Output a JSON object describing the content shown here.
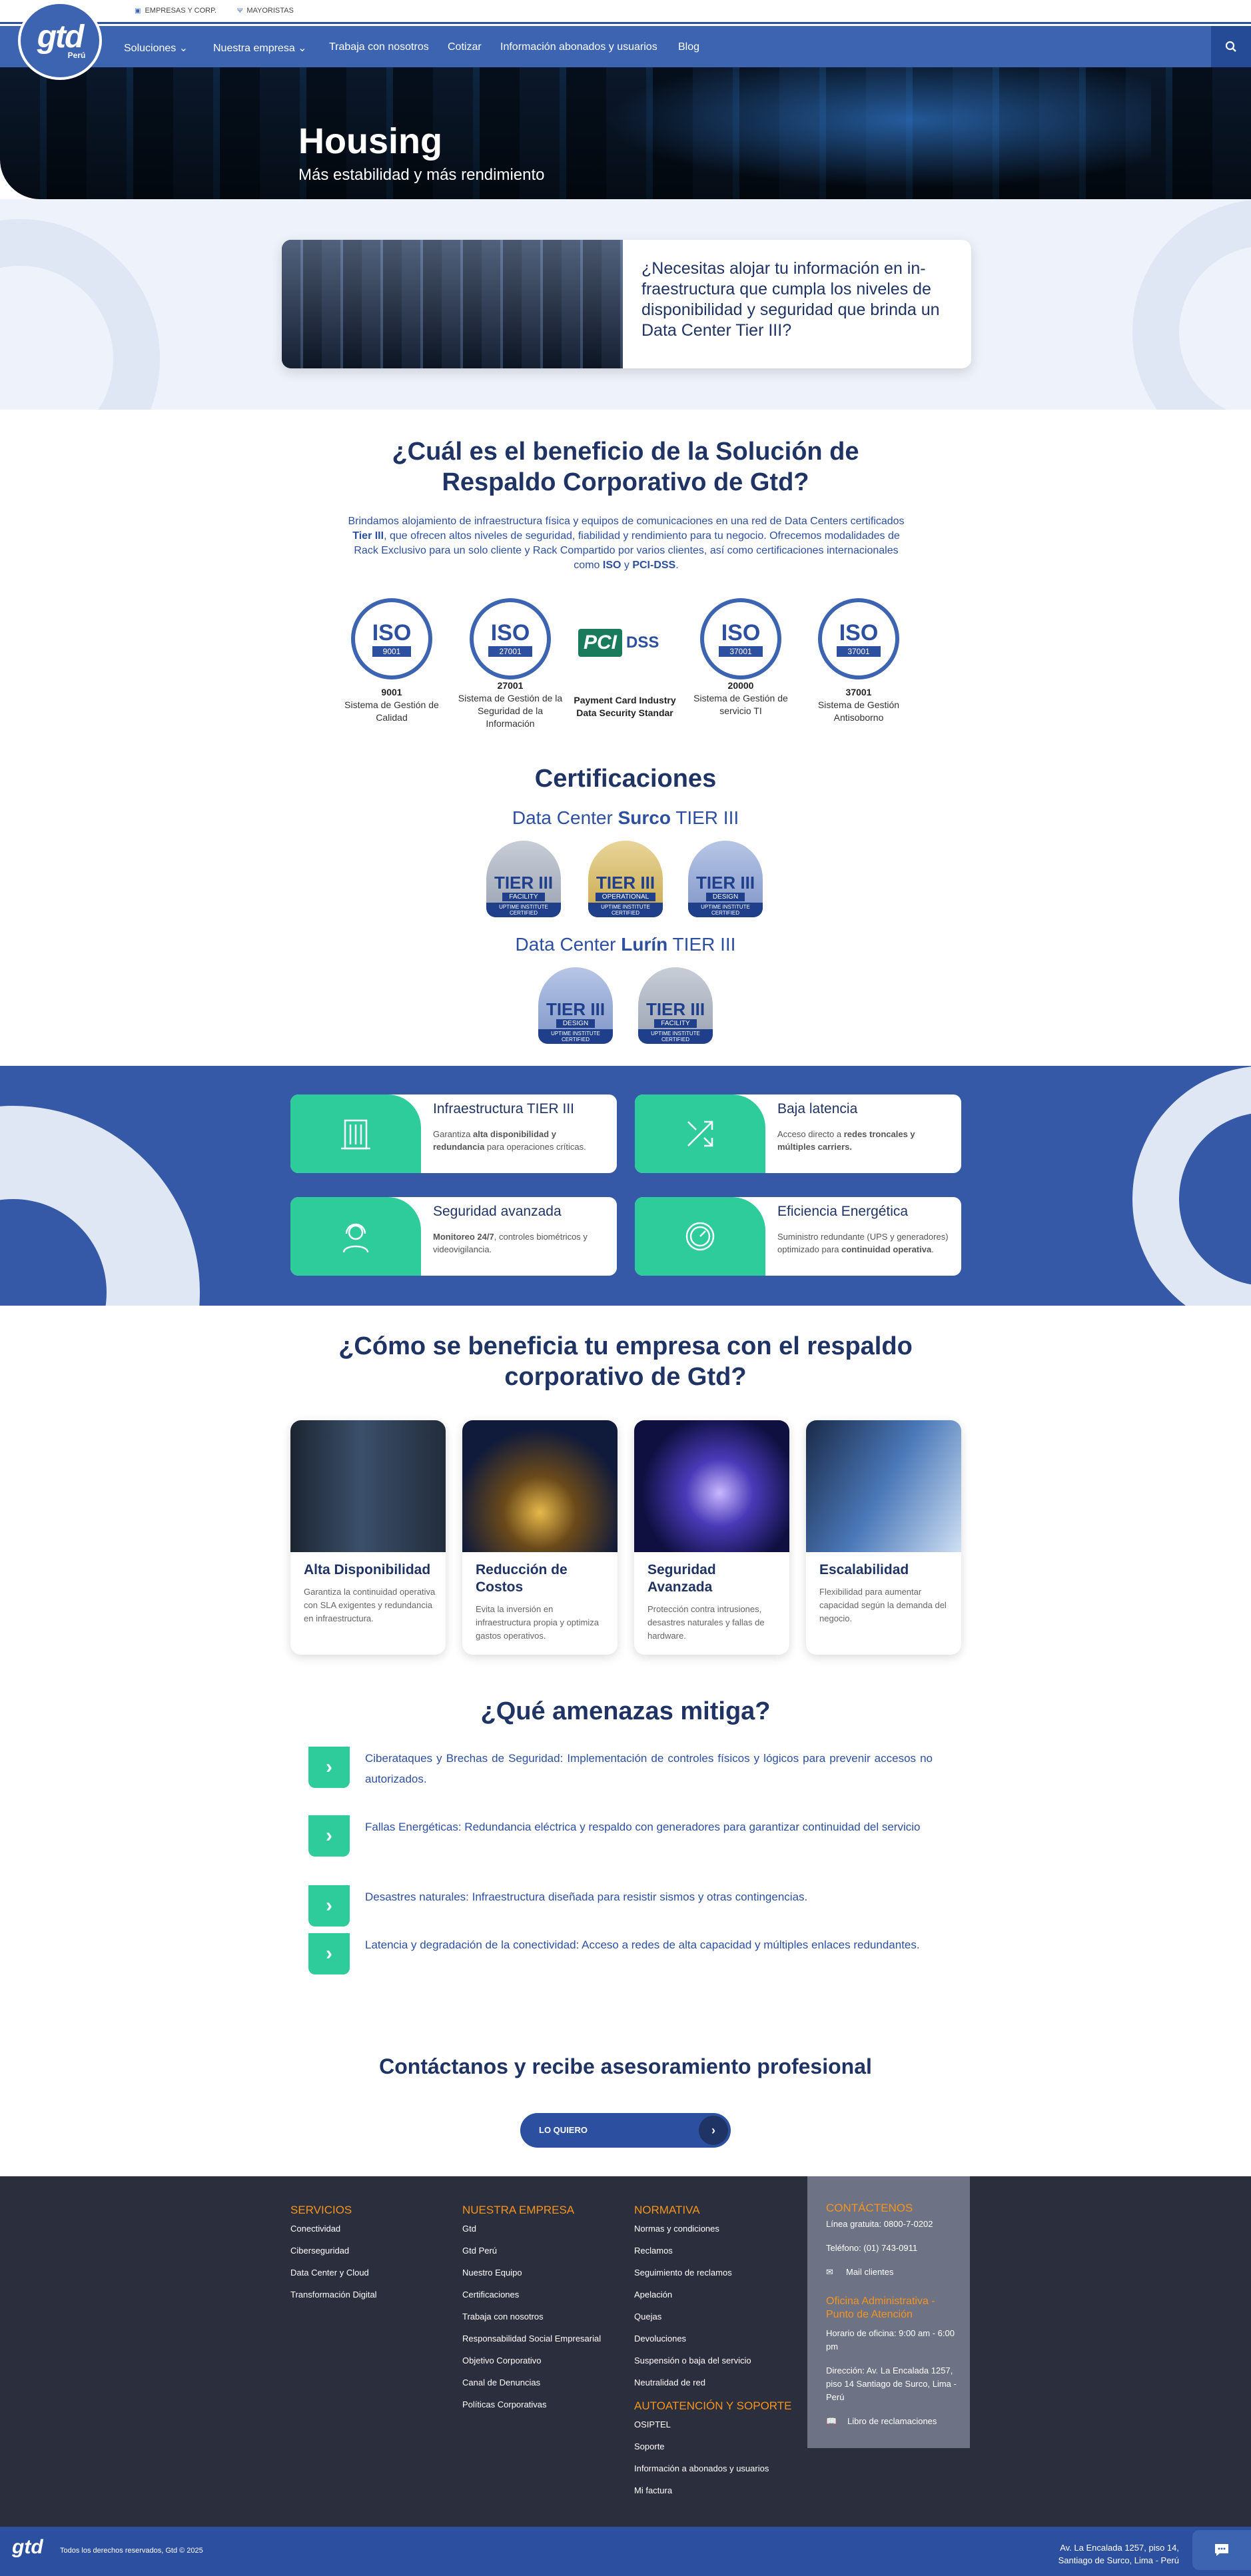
{
  "topbar": {
    "items": [
      {
        "label": "EMPRESAS Y CORP."
      },
      {
        "label": "MAYORISTAS"
      }
    ]
  },
  "logo": {
    "text": "gtd",
    "sub": "Perú"
  },
  "nav": {
    "items": [
      {
        "label": "Soluciones ⌄"
      },
      {
        "label": "Nuestra empresa ⌄"
      },
      {
        "label": "Trabaja con nosotros"
      },
      {
        "label": "Cotizar"
      },
      {
        "label": "Información abonados y usuarios"
      },
      {
        "label": "Blog"
      }
    ]
  },
  "hero": {
    "title": "Housing",
    "subtitle": "Más estabilidad y más rendimiento"
  },
  "intro": {
    "text": "¿Necesitas alojar tu información en in-fraestructura que cumpla los niveles de disponibilidad y seguridad que brinda un Data Center Tier III?"
  },
  "benefit": {
    "title_line1": "¿Cuál es el beneficio de la Solución de",
    "title_line2": "Respaldo Corporativo de Gtd?",
    "desc_1": "Brindamos alojamiento de infraestructura física y equipos de comunicaciones en una red de Data Centers certificados ",
    "desc_tier": "Tier III",
    "desc_2": ", que ofrecen altos niveles de seguridad, fiabilidad y rendimiento para tu negocio. Ofrecemos modalidades de Rack Exclusivo para un solo cliente y Rack Compartido por varios clientes, así como certificaciones internacionales como ",
    "desc_iso": "ISO",
    "desc_3": " y ",
    "desc_pci": "PCI-DSS",
    "desc_4": "."
  },
  "certs": [
    {
      "badge": "ISO",
      "num_small": "9001",
      "code": "9001",
      "name": "Sistema de Gestión de Calidad"
    },
    {
      "badge": "ISO",
      "num_small": "27001",
      "code": "27001",
      "name": "Sistema de Gestión de la Seguridad de la Información"
    },
    {
      "badge": "PCI",
      "num_small": "DSS",
      "code": "",
      "name": "Payment Card Industry Data Security Standar"
    },
    {
      "badge": "ISO",
      "num_small": "37001",
      "code": "20000",
      "name": "Sistema de Gestión de servicio TI"
    },
    {
      "badge": "ISO",
      "num_small": "37001",
      "code": "37001",
      "name": "Sistema de Gestión Antisoborno"
    }
  ],
  "certifications": {
    "title": "Certificaciones",
    "surco": {
      "pre": "Data Center ",
      "bold": "Surco",
      "post": " TIER III"
    },
    "lurin": {
      "pre": "Data Center ",
      "bold": "Lurín",
      "post": " TIER III"
    },
    "surco_badges": [
      {
        "t": "TIER III",
        "s": "FACILITY",
        "u": "UPTIME INSTITUTE CERTIFIED"
      },
      {
        "t": "TIER III",
        "s": "OPERATIONAL",
        "u": "UPTIME INSTITUTE CERTIFIED"
      },
      {
        "t": "TIER III",
        "s": "DESIGN",
        "u": "UPTIME INSTITUTE CERTIFIED"
      }
    ],
    "lurin_badges": [
      {
        "t": "TIER III",
        "s": "DESIGN",
        "u": "UPTIME INSTITUTE CERTIFIED"
      },
      {
        "t": "TIER III",
        "s": "FACILITY",
        "u": "UPTIME INSTITUTE CERTIFIED"
      }
    ]
  },
  "features": [
    {
      "title": "Infraestructura TIER III",
      "t1": "Garantiza ",
      "b1": "alta disponibilidad y redundancia",
      "t2": " para operaciones críticas.",
      "icon": "building-icon"
    },
    {
      "title": "Baja latencia",
      "t1": "Acceso directo a ",
      "b1": "redes troncales y múltiples carriers.",
      "t2": "",
      "icon": "arrows-icon"
    },
    {
      "title": "Seguridad avanzada",
      "t1": "",
      "b1": "Monitoreo 24/7",
      "t2": ", controles biométricos y videovigilancia.",
      "icon": "headset-icon"
    },
    {
      "title": "Eficiencia Energética",
      "t1": "Suministro redundante (UPS y generadores) optimizado para ",
      "b1": "continuidad operativa",
      "t2": ".",
      "icon": "gauge-icon"
    }
  ],
  "how": {
    "title_line1": "¿Cómo se beneficia tu empresa con el respaldo",
    "title_line2": "corporativo de Gtd?",
    "cards": [
      {
        "title": "Alta Disponibilidad",
        "text": "Garantiza la continuidad operativa con SLA exigentes y redundancia en infraestructura."
      },
      {
        "title": "Reducción de Costos",
        "text": "Evita la inversión en infraestructura propia y optimiza gastos operativos."
      },
      {
        "title": "Seguridad Avanzada",
        "text": "Protección contra intrusiones, desastres naturales y fallas de hardware."
      },
      {
        "title": "Escalabilidad",
        "text": "Flexibilidad para aumentar capacidad según la demanda del negocio."
      }
    ]
  },
  "threats": {
    "title": "¿Qué amenazas mitiga?",
    "items": [
      {
        "text": "Ciberataques y Brechas de Seguridad: Implementación de controles físicos y lógicos para prevenir accesos no autorizados."
      },
      {
        "text": "Fallas Energéticas: Redundancia eléctrica y respaldo con generadores para garantizar continuidad del servicio"
      },
      {
        "text": "Desastres naturales: Infraestructura diseñada para resistir sismos y otras contingencias."
      },
      {
        "text": "Latencia y degradación de la conectividad: Acceso a redes de alta capacidad y múltiples enlaces redundantes."
      }
    ]
  },
  "cta": {
    "title": "Contáctanos y recibe asesoramiento profesional",
    "button": "LO QUIERO"
  },
  "footer": {
    "servicios": {
      "title": "SERVICIOS",
      "links": [
        "Conectividad",
        "Ciberseguridad",
        "Data Center y Cloud",
        "Transformación Digital"
      ]
    },
    "empresa": {
      "title": "NUESTRA EMPRESA",
      "links": [
        "Gtd",
        "Gtd Perú",
        "Nuestro Equipo",
        "Certificaciones",
        "Trabaja con nosotros",
        "Responsabilidad Social Empresarial",
        "Objetivo Corporativo",
        "Canal de Denuncias",
        "Políticas Corporativas"
      ]
    },
    "normativa": {
      "title": "NORMATIVA",
      "links": [
        "Normas y condiciones",
        "Reclamos",
        "Seguimiento de reclamos",
        "Apelación",
        "Quejas",
        "Devoluciones",
        "Suspensión o baja del servicio",
        "Neutralidad de red"
      ]
    },
    "soporte": {
      "title": "AUTOATENCIÓN Y SOPORTE",
      "links": [
        "OSIPTEL",
        "Soporte",
        "Información a abonados y usuarios",
        "Mi factura"
      ]
    },
    "contact": {
      "title": "CONTÁCTENOS",
      "line": "Línea gratuita: 0800-7-0202",
      "phone": "Teléfono: (01) 743-0911",
      "mail": "Mail clientes",
      "office_title": "Oficina Administrativa - Punto de Atención",
      "hours": "Horario de oficina: 9:00 am - 6:00 pm",
      "address": "Dirección: Av. La Encalada 1257, piso 14 Santiago de Surco, Lima - Perú",
      "book": "Libro de reclamaciones"
    },
    "copyright": "Todos los derechos reservados, Gtd © 2025",
    "address_line1": "Av. La Encalada 1257, piso 14,",
    "address_line2": "Santiago de Surco, Lima - Perú"
  }
}
